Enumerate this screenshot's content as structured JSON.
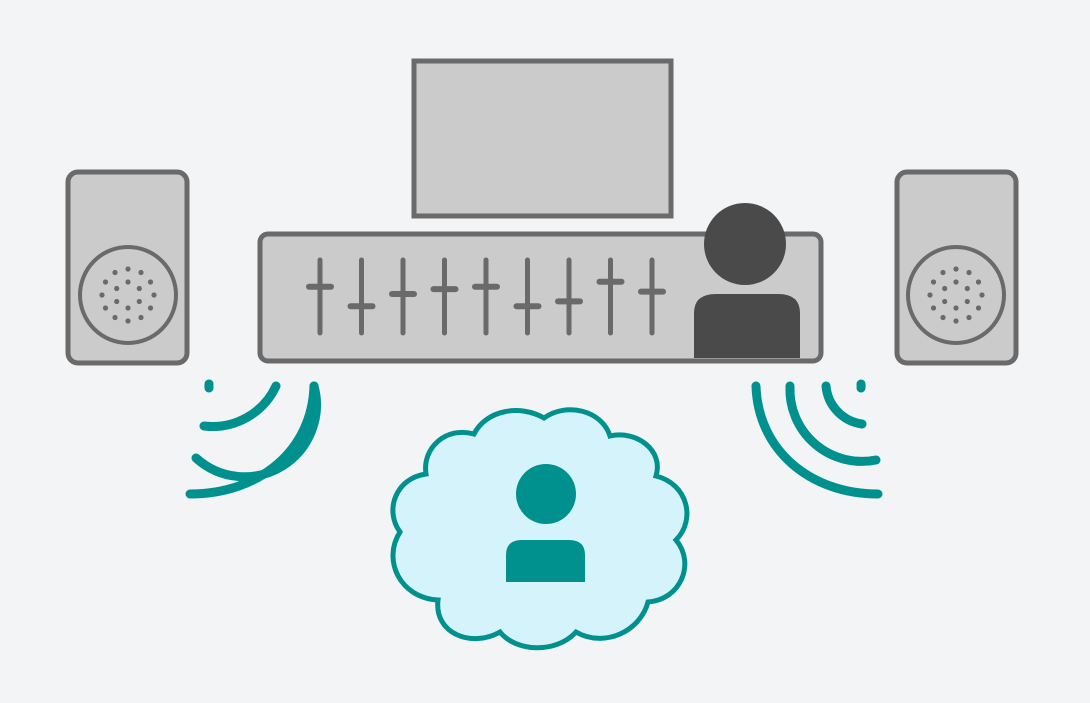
{
  "colors": {
    "background": "#f3f4f6",
    "equipment_fill": "#cbcbcb",
    "equipment_stroke": "#6a6a6a",
    "engineer": "#4a4a4a",
    "teal": "#00918f",
    "cloud_fill": "#d5f3fa"
  },
  "icons": {
    "monitor": "display-icon",
    "mixer": "mixing-console-icon",
    "engineer": "person-icon",
    "left_speaker": "speaker-icon",
    "right_speaker": "speaker-icon",
    "sound_waves": "sound-wave-icon",
    "remote_listener": "cloud-person-icon"
  },
  "mixer": {
    "fader_levels": [
      0.3,
      0.7,
      0.45,
      0.35,
      0.3,
      0.7,
      0.6,
      0.2,
      0.4
    ]
  }
}
